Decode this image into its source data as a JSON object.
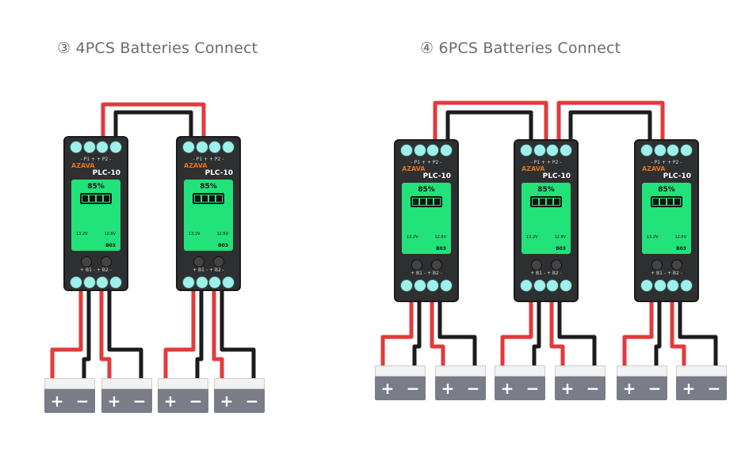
{
  "titles": {
    "left": "③  4PCS Batteries Connect",
    "right": "④  6PCS Batteries Connect"
  },
  "unit": {
    "brand": "AZAVA",
    "model": "PLC-10",
    "terminal_top": "- P1 +   + P2 -",
    "terminal_bottom": "+ B1 -   + B2 -",
    "screen": {
      "percent": "85%",
      "battery_bars": 4,
      "battery_level": 0.85,
      "v1": "13.2V",
      "v2": "12.8V",
      "tag": "B03"
    }
  },
  "battery": {
    "plus": "+",
    "minus": "−"
  },
  "layouts": [
    {
      "name": "4pcs",
      "units": 2,
      "batteries": 4
    },
    {
      "name": "6pcs",
      "units": 3,
      "batteries": 6
    }
  ],
  "colors": {
    "red_cable": "#e23a3a",
    "black_cable": "#1c1c1c",
    "screen": "#22e27a",
    "cap": "#9ef0ea",
    "title": "#6b6b6b",
    "battery_body": "#7a7d88"
  }
}
